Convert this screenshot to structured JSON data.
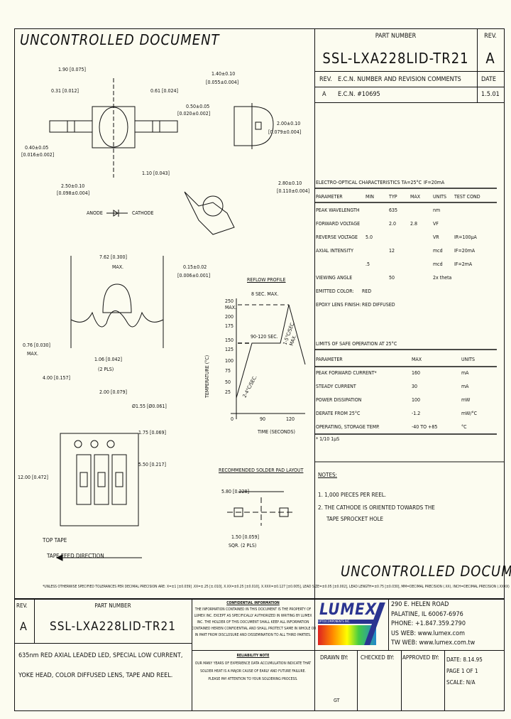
{
  "header": {
    "uncontrolled": "UNCONTROLLED DOCUMENT",
    "part_number_label": "PART NUMBER",
    "part_number": "SSL-LXA228LID-TR21",
    "rev_label": "REV.",
    "rev": "A"
  },
  "revision_table": {
    "headers": [
      "REV.",
      "E.C.N. NUMBER AND REVISION COMMENTS",
      "DATE"
    ],
    "rows": [
      [
        "A",
        "E.C.N. #10695",
        "1.5.01"
      ]
    ]
  },
  "dimensions": {
    "d1": "1.90 [0.075]",
    "d2": "0.31 [0.012]",
    "d3": "0.61 [0.024]",
    "d4": "0.50±0.05",
    "d4b": "[0.020±0.002]",
    "d5": "0.40±0.05",
    "d5b": "[0.016±0.002]",
    "d6": "1.10 [0.043]",
    "d7": "2.50±0.10",
    "d7b": "[0.098±0.004]",
    "d8": "1.40±0.10",
    "d8b": "[0.055±0.004]",
    "d9": "2.00±0.10",
    "d9b": "[0.079±0.004]",
    "d10": "2.80±0.10",
    "d10b": "[0.110±0.004]",
    "anode": "ANODE",
    "cathode": "CATHODE",
    "d11": "7.62 [0.300]",
    "d11b": "MAX.",
    "d12": "0.15±0.02",
    "d12b": "[0.006±0.001]",
    "d13": "0.76 [0.030]",
    "d13b": "MAX.",
    "d14": "1.06 [0.042]",
    "d14b": "(2 PLS)",
    "d15": "4.00 [0.157]",
    "d16": "2.00 [0.079]",
    "d17": "Ø1.55 [Ø0.061]",
    "d18": "1.75 [0.069]",
    "d19": "5.50 [0.217]",
    "d20": "12.00 [0.472]",
    "top_tape": "TOP TAPE",
    "feed": "TAPE FEED DIRECTION"
  },
  "solder_pad": {
    "title": "RECOMMENDED SOLDER PAD LAYOUT",
    "d1": "5.80 [0.228]",
    "d2": "1.50 [0.059]",
    "d3": "SQR. (2 PLS)"
  },
  "chart_data": {
    "type": "line",
    "title": "REFLOW PROFILE",
    "xlabel": "TIME (SECONDS)",
    "ylabel": "TEMPERATURE (°C)",
    "y_ticks": [
      "250",
      "MAX.",
      "200",
      "175",
      "150",
      "125",
      "100",
      "75",
      "50",
      "25"
    ],
    "x_ticks": [
      "0",
      "90",
      "120"
    ],
    "annotations": [
      "8 SEC. MAX.",
      "90-120 SEC.",
      "2-4°C/SEC.",
      "1-5°C/SEC.",
      "MAX."
    ]
  },
  "electro": {
    "title": "ELECTRO-OPTICAL CHARACTERISTICS TA=25°C",
    "cond": "IF=20mA",
    "headers": [
      "PARAMETER",
      "MIN",
      "TYP",
      "MAX",
      "UNITS",
      "TEST COND"
    ],
    "rows": [
      [
        "PEAK WAVELENGTH",
        "",
        "635",
        "",
        "nm",
        ""
      ],
      [
        "FORWARD VOLTAGE",
        "",
        "2.0",
        "2.8",
        "VF",
        ""
      ],
      [
        "REVERSE VOLTAGE",
        "5.0",
        "",
        "",
        "VR",
        "IR=100µA"
      ],
      [
        "AXIAL INTENSITY",
        "",
        "12",
        "",
        "mcd",
        "IF=20mA"
      ],
      [
        "",
        ".5",
        "",
        "",
        "mcd",
        "IF=2mA"
      ],
      [
        "VIEWING ANGLE",
        "",
        "50",
        "",
        "2x theta",
        ""
      ],
      [
        "EMITTED COLOR:",
        "RED",
        "",
        "",
        "",
        ""
      ],
      [
        "EPOXY LENS FINISH:",
        "RED DIFFUSED",
        "",
        "",
        "",
        ""
      ]
    ]
  },
  "safe": {
    "title": "LIMITS OF SAFE OPERATION AT 25°C",
    "headers": [
      "PARAMETER",
      "MAX",
      "UNITS"
    ],
    "rows": [
      [
        "PEAK FORWARD CURRENT*",
        "160",
        "mA"
      ],
      [
        "STEADY CURRENT",
        "30",
        "mA"
      ],
      [
        "POWER DISSIPATION",
        "100",
        "mW"
      ],
      [
        "DERATE FROM 25°C",
        "-1.2",
        "mW/°C"
      ],
      [
        "OPERATING, STORAGE TEMP.",
        "-40 TO +85",
        "°C"
      ]
    ],
    "footnote": "* 1/10 1µS"
  },
  "notes": {
    "title": "NOTES:",
    "items": [
      "1. 1,000 PIECES PER REEL.",
      "2. THE CATHODE IS ORIENTED TOWARDS THE",
      "TAPE SPROCKET HOLE"
    ]
  },
  "tolerance": "*UNLESS OTHERWISE SPECIFIED TOLERANCES PER DECIMAL PRECISION ARE: X=±1 [±0.039] .XX=±.25 [±.010], X.XX=±0.25 [±0.010], X.XXX=±0.127 [±0.005], LEAD SIZE=±0.05 [±0.002], LEAD LENGTH=±0.75 [±0.030], MM=DECIMAL PRECISION (.XX), INCH=DECIMAL PRECISION (.XXXX)",
  "title_block": {
    "rev_label": "REV.",
    "rev": "A",
    "part_label": "PART NUMBER",
    "part": "SSL-LXA228LID-TR21",
    "description": [
      "635nm RED AXIAL LEADED LED, SPECIAL LOW CURRENT,",
      "YOKE HEAD, COLOR DIFFUSED LENS, TAPE AND REEL."
    ],
    "conf_title": "CONFIDENTIAL INFORMATION",
    "conf_text": [
      "THE INFORMATION CONTAINED IN THIS DOCUMENT IS THE PROPERTY OF",
      "LUMEX INC. EXCEPT AS SPECIFICALLY AUTHORIZED IN WRITING BY LUMEX",
      "INC. THE HOLDER OF THIS DOCUMENT SHALL KEEP ALL INFORMATION",
      "CONTAINED HEREIN CONFIDENTIAL AND SHALL PROTECT SAME IN WHOLE OR",
      "IN PART FROM DISCLOSURE AND DISSEMINATION TO ALL THIRD PARTIES."
    ],
    "rel_title": "RELIABILITY NOTE",
    "rel_text": [
      "OUR MANY YEARS OF EXPERIENCE DATA ACCUMULATION INDICATE THAT",
      "SOLDER HEAT IS A MAJOR CAUSE OF EARLY AND FUTURE FAILURE.",
      "PLEASE PAY ATTENTION TO YOUR SOLDERING PROCESS."
    ],
    "logo": "LUMEX",
    "logo_sub": "OPTO/COMPONENTS INC.",
    "address": [
      "290 E. HELEN ROAD",
      "PALATINE, IL 60067-6976",
      "PHONE: +1.847.359.2790",
      "US WEB: www.lumex.com",
      "TW WEB: www.lumex.com.tw"
    ],
    "drawn_label": "DRAWN BY:",
    "drawn": "GT",
    "checked_label": "CHECKED BY:",
    "approved_label": "APPROVED BY:",
    "date": "DATE:   8.14.95",
    "page": "PAGE    1 OF 1",
    "scale": "SCALE:   N/A"
  }
}
